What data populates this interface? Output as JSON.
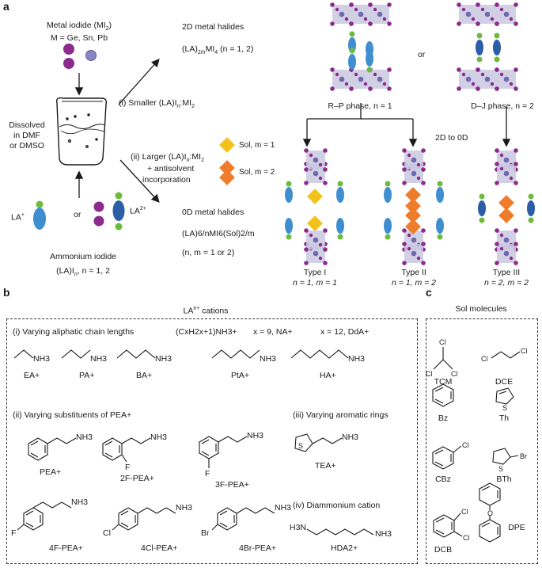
{
  "panel_a": {
    "label": "a",
    "metal_iodide_title": "Metal iodide (MI",
    "metal_iodide_sub": "2",
    "metal_iodide_close": ")",
    "metal_list": "M = Ge, Sn, Pb",
    "dissolved_1": "Dissolved",
    "dissolved_2": "in DMF",
    "dissolved_3": "or DMSO",
    "ammonium_title": "Ammonium iodide",
    "ammonium_formula": "(LA)I",
    "ammonium_n": "n",
    "ammonium_eq": ", n = 1, 2",
    "la_plus": "LA",
    "la_plus_sup": "+",
    "or_mid": "or",
    "la_2plus": "LA",
    "la_2plus_sup": "2+",
    "halides_2d_title": "2D metal halides",
    "halides_2d_formula_a": "(LA)",
    "halides_2d_formula_sub": "2/n",
    "halides_2d_formula_b": "MI",
    "halides_2d_formula_sub2": "4",
    "halides_2d_n": " (n = 1, 2)",
    "route_i": "(i) Smaller (LA)I",
    "route_i_sub": "n",
    "route_i_end": ":MI",
    "route_i_sub2": "2",
    "route_ii_a": "(ii) Larger (LA)I",
    "route_ii_sub": "n",
    "route_ii_end": ":MI",
    "route_ii_sub2": "2",
    "route_ii_b": "+ antisolvent",
    "route_ii_c": "incorporation",
    "sol_m1": "Sol, m = 1",
    "sol_m2": "Sol, m = 2",
    "halides_0d_title": "0D metal halides",
    "halides_0d_formula": "(LA)6/nMI6(Sol)2/m",
    "halides_0d_nm": "(n, m = 1 or 2)",
    "rp_label": "R–P phase, n = 1",
    "or_top": "or",
    "dj_label": "D–J phase, n = 2",
    "to_0d": "2D to 0D",
    "type1": "Type I",
    "type1_nm": "n = 1, m = 1",
    "type2": "Type II",
    "type2_nm": "n = 1, m = 2",
    "type3": "Type III",
    "type3_nm": "n = 2, m = 2"
  },
  "panel_b": {
    "label": "b",
    "header": "LA",
    "header_sup": "n+",
    "header_end": " cations",
    "sec_i": "(i) Varying aliphatic chain lengths",
    "formula_chain": "(CxH2x+1)NH3+",
    "x9": "x = 9, NA+",
    "x12": "x = 12, DdA+",
    "aliphatic": [
      "EA+",
      "PA+",
      "BA+",
      "PtA+",
      "HA+"
    ],
    "sec_ii": "(ii) Varying substituents of PEA+",
    "sec_iii": "(iii) Varying aromatic rings",
    "sec_iv": "(iv) Diammonium cation",
    "pea_row1": [
      "PEA+",
      "2F-PEA+",
      "3F-PEA+"
    ],
    "pea_row2": [
      "4F-PEA+",
      "4Cl-PEA+",
      "4Br-PEA+"
    ],
    "tea": "TEA+",
    "hda": "HDA2+",
    "nh3": "NH3",
    "h3n": "H3N",
    "sub_f": "F",
    "sub_cl": "Cl",
    "sub_br": "Br",
    "sub_s": "S"
  },
  "panel_c": {
    "label": "c",
    "header": "Sol molecules",
    "molecules": [
      "TCM",
      "DCE",
      "Bz",
      "Th",
      "CBz",
      "BTh",
      "DCB",
      "DPE"
    ]
  },
  "colors": {
    "purple": "#8b2b8c",
    "lavender": "#8a86c2",
    "blue": "#3f8fd0",
    "dark_blue": "#2c5ea8",
    "green": "#6cbb3c",
    "yellow": "#f2c21b",
    "orange": "#ef7c2a",
    "octahedron": "#c9c8e0"
  }
}
